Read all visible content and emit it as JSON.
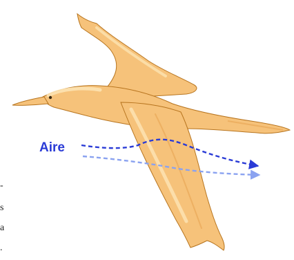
{
  "diagram": {
    "air_label": "Aire",
    "side_text_fragments": [
      "-",
      "s",
      "a",
      "."
    ]
  },
  "colors": {
    "bird_fill": "#f6c27a",
    "bird_light": "#fde3b3",
    "bird_shadow": "#e8a452",
    "outline": "#b7741e",
    "air_upper_arrow": "#2a3bd6",
    "air_lower_arrow": "#8aa2f0"
  },
  "icons": [
    "bird-illustration",
    "airflow-arrow-upper",
    "airflow-arrow-lower"
  ]
}
